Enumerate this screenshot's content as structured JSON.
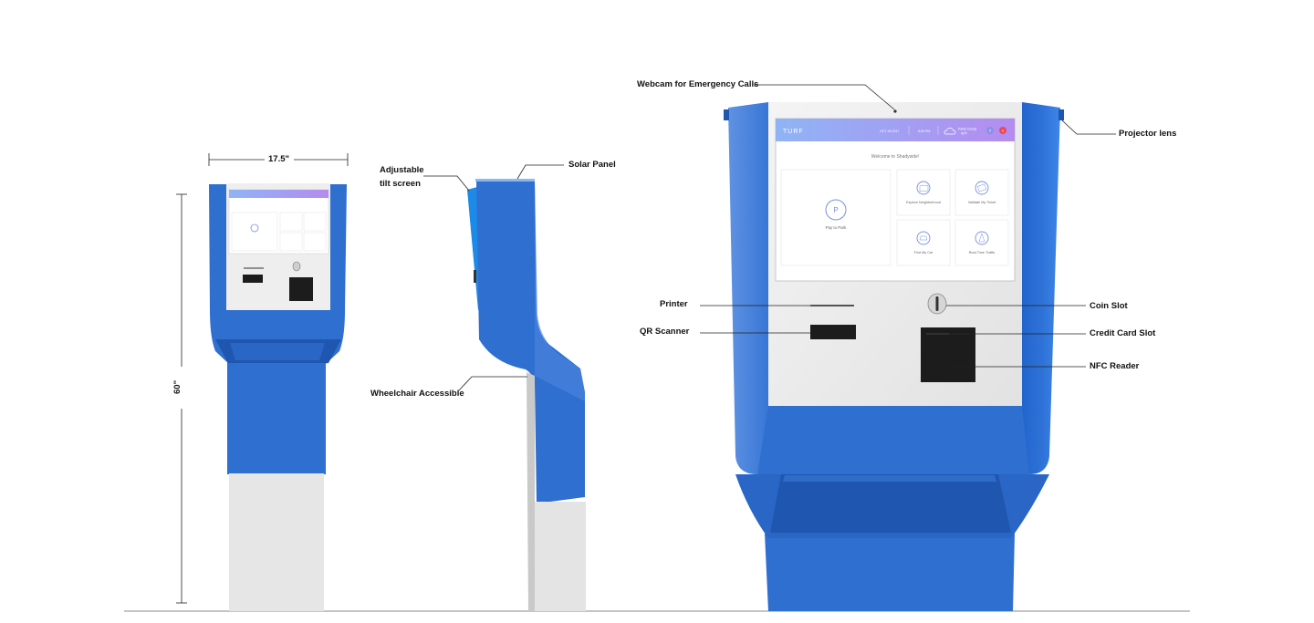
{
  "dimensions": {
    "width": "17.5\"",
    "height": "60\""
  },
  "callouts": {
    "adjustable_tilt_screen": [
      "Adjustable",
      "tilt screen"
    ],
    "solar_panel": "Solar Panel",
    "wheelchair_accessible": "Wheelchair Accessible",
    "webcam": "Webcam for Emergency Calls",
    "projector_lens": "Projector lens",
    "printer": "Printer",
    "qr_scanner": "QR Scanner",
    "coin_slot": "Coin Slot",
    "credit_card_slot": "Credit Card Slot",
    "nfc_reader": "NFC Reader"
  },
  "screen": {
    "logo": "TURF",
    "date": "OCT 28 2017",
    "time": "6:00 PM",
    "weather_label": "Partly Cloudy",
    "weather_temp": "65°F",
    "welcome": "Welcome to Shadyside!",
    "tiles": [
      {
        "label": "Pay to Park",
        "icon": "parking-icon"
      },
      {
        "label": "Explore Neighborhood",
        "icon": "map-icon"
      },
      {
        "label": "Validate My Ticket",
        "icon": "ticket-icon"
      },
      {
        "label": "Find My Car",
        "icon": "car-icon"
      },
      {
        "label": "Real-Time Traffic",
        "icon": "traffic-cone-icon"
      }
    ]
  },
  "colors": {
    "kiosk_blue": "#2E6FD0",
    "kiosk_blue_dark": "#1F56B0",
    "panel_grey": "#EEEEEE",
    "screen_header_start": "#8FB4F5",
    "screen_header_end": "#B48CF0",
    "accent_red": "#EB4A5A",
    "screen_icon": "#7A8FE0"
  }
}
